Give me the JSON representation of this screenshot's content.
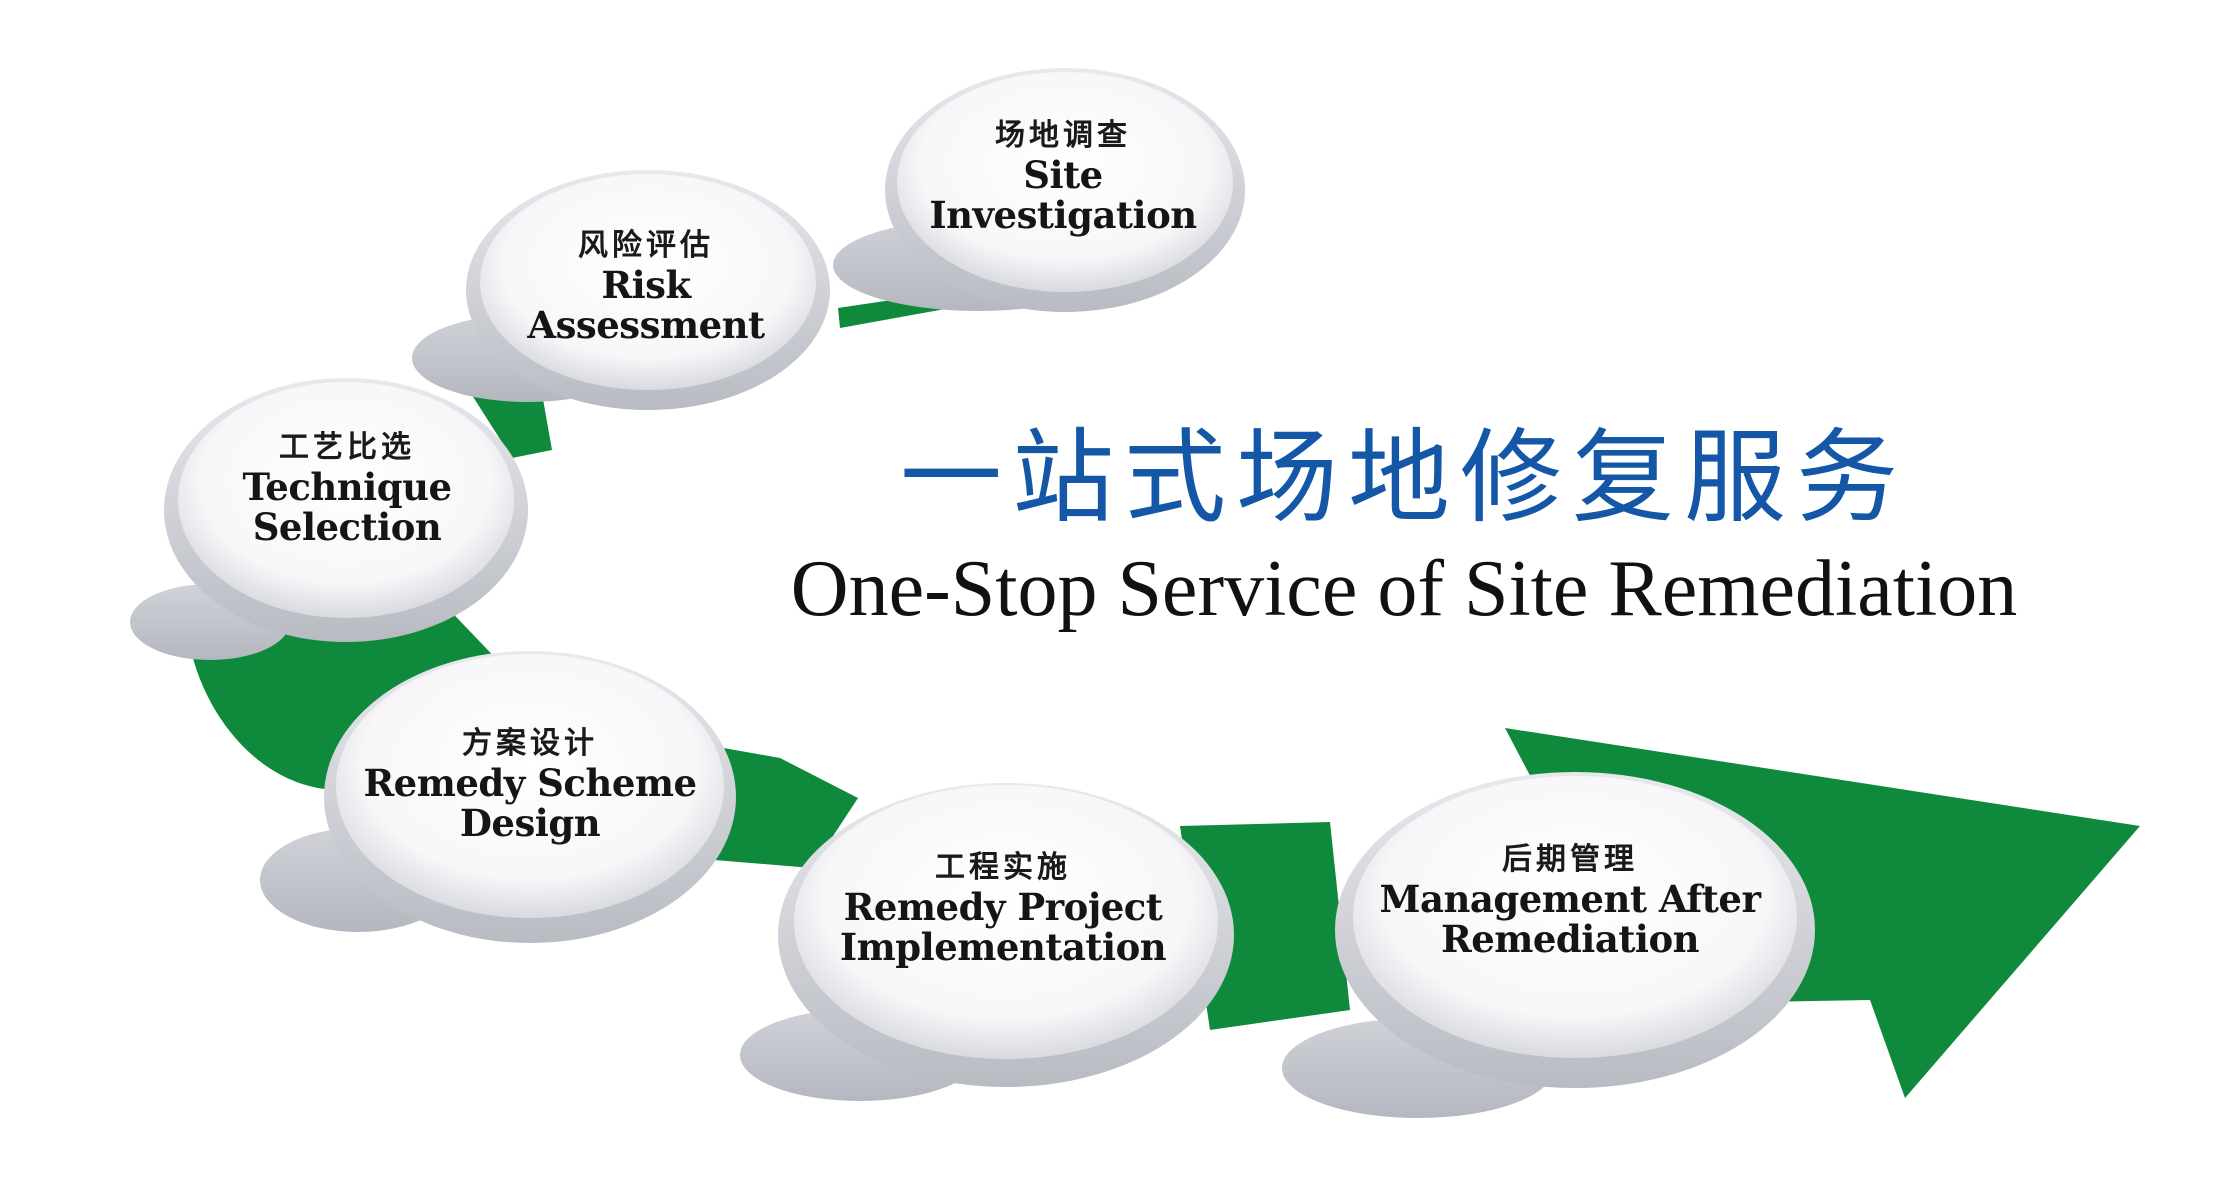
{
  "title": {
    "zh": "一站式场地修复服务",
    "en": "One-Stop Service of Site Remediation"
  },
  "colors": {
    "band": "#0f8a3c",
    "title_zh": "#1357a6",
    "title_en": "#111111",
    "disc_shadow": "#c3c5cc",
    "disc_rim": "#dcdde2",
    "disc_face": "#ffffff"
  },
  "steps": [
    {
      "zh": "场地调查",
      "en": [
        "Site",
        "Investigation"
      ]
    },
    {
      "zh": "风险评估",
      "en": [
        "Risk",
        "Assessment"
      ]
    },
    {
      "zh": "工艺比选",
      "en": [
        "Technique",
        "Selection"
      ]
    },
    {
      "zh": "方案设计",
      "en": [
        "Remedy Scheme",
        "Design"
      ]
    },
    {
      "zh": "工程实施",
      "en": [
        "Remedy Project",
        "Implementation"
      ]
    },
    {
      "zh": "后期管理",
      "en": [
        "Management After",
        "Remediation"
      ]
    }
  ]
}
